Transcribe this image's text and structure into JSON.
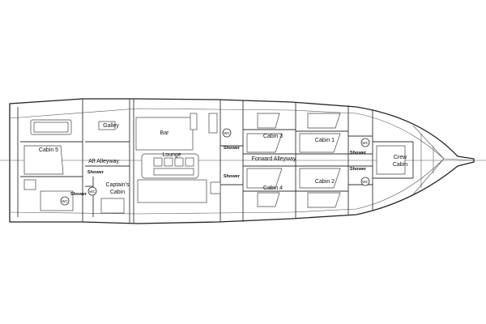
{
  "rooms": {
    "galley": "Galley",
    "bar": "Bar",
    "lounge": "Lounge",
    "cabin5": "Cabin 5",
    "aft_alleyway": "Aft Alleyway",
    "captains_cabin_line1": "Captain's",
    "captains_cabin_line2": "Cabin",
    "forward_alleyway": "Forward Alleyway",
    "cabin1": "Cabin 1",
    "cabin2": "Cabin 2",
    "cabin3": "Cabin 3",
    "cabin4": "Cabin 4",
    "crew_cabin_line1": "Crew",
    "crew_cabin_line2": "Cabin"
  },
  "showers": {
    "aft_upper": "Shower",
    "aft_lower": "Shower",
    "mid_upper": "Shower",
    "mid_lower": "Shower",
    "fwd_upper": "Shower",
    "fwd_lower": "Shower"
  },
  "wc": {
    "label": "WC"
  }
}
